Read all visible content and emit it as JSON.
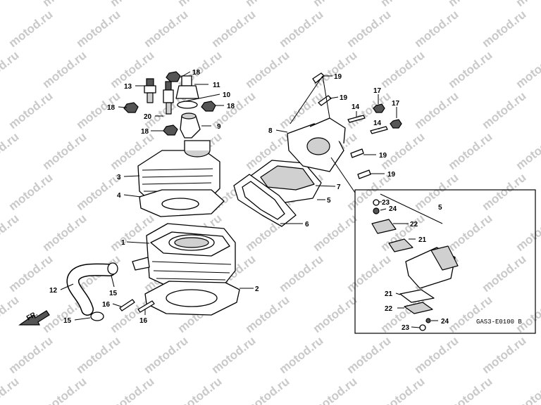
{
  "watermark": {
    "text": "motod.ru"
  },
  "diagram_code": "GAS3-E0100 B",
  "front_marker": {
    "text": "FR."
  },
  "part_numbers": {
    "n1": "1",
    "n2": "2",
    "n3": "3",
    "n4": "4",
    "n5": "5",
    "n5b": "5",
    "n6": "6",
    "n7": "7",
    "n8": "8",
    "n9": "9",
    "n10": "10",
    "n11": "11",
    "n12": "12",
    "n13": "13",
    "n14a": "14",
    "n14b": "14",
    "n15a": "15",
    "n15b": "15",
    "n16a": "16",
    "n16b": "16",
    "n17a": "17",
    "n17b": "17",
    "n18a": "18",
    "n18b": "18",
    "n18c": "18",
    "n18d": "18",
    "n19a": "19",
    "n19b": "19",
    "n19c": "19",
    "n19d": "19",
    "n20": "20",
    "n21a": "21",
    "n21b": "21",
    "n22a": "22",
    "n22b": "22",
    "n23a": "23",
    "n23b": "23",
    "n24a": "24",
    "n24b": "24"
  }
}
